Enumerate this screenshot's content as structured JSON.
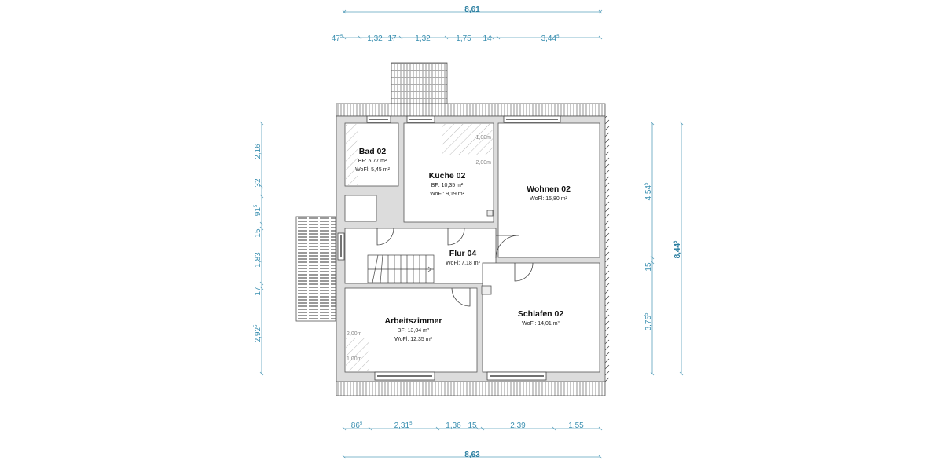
{
  "plan": {
    "colors": {
      "wall": "#dcdcdc",
      "wall_stroke": "#555555",
      "dimension": "#3a8fb0",
      "hatch": "#aaaaaa",
      "roof": "#ffffff"
    },
    "top_dims": {
      "total": "8,61",
      "segments": [
        {
          "v": "47",
          "s": "5"
        },
        {
          "v": "1,32",
          "s": ""
        },
        {
          "v": "17",
          "s": ""
        },
        {
          "v": "1,32",
          "s": ""
        },
        {
          "v": "1,75",
          "s": ""
        },
        {
          "v": "14",
          "s": ""
        },
        {
          "v": "3,44",
          "s": "5"
        }
      ]
    },
    "bottom_dims": {
      "total": "8,63",
      "segments": [
        {
          "v": "86",
          "s": "5"
        },
        {
          "v": "2,31",
          "s": "5"
        },
        {
          "v": "1,36",
          "s": ""
        },
        {
          "v": "15",
          "s": ""
        },
        {
          "v": "2,39",
          "s": ""
        },
        {
          "v": "1,55",
          "s": ""
        }
      ]
    },
    "left_dims": {
      "segments": [
        {
          "v": "2,16",
          "s": ""
        },
        {
          "v": "32",
          "s": ""
        },
        {
          "v": "91",
          "s": "5"
        },
        {
          "v": "15",
          "s": ""
        },
        {
          "v": "1,83",
          "s": ""
        },
        {
          "v": "17",
          "s": ""
        },
        {
          "v": "2,92",
          "s": "5"
        }
      ]
    },
    "right_dims": {
      "total": "8,44",
      "total_sup": "5",
      "segments": [
        {
          "v": "4,54",
          "s": "5"
        },
        {
          "v": "15",
          "s": ""
        },
        {
          "v": "3,75",
          "s": "5"
        }
      ]
    },
    "rooms": [
      {
        "name": "Bad 02",
        "bf": "BF: 5,77 m²",
        "wofl": "WoFl: 5,45 m²"
      },
      {
        "name": "Küche 02",
        "bf": "BF: 10,35 m²",
        "wofl": "WoFl: 9,19 m²"
      },
      {
        "name": "Wohnen 02",
        "wofl": "WoFl: 15,80 m²"
      },
      {
        "name": "Flur 04",
        "wofl": "WoFl: 7,18 m²"
      },
      {
        "name": "Arbeitszimmer",
        "bf": "BF: 13,04 m²",
        "wofl": "WoFl: 12,35 m²"
      },
      {
        "name": "Schlafen 02",
        "wofl": "WoFl: 14,01 m²"
      }
    ],
    "height_marks": {
      "kueche_1": "1,00m",
      "kueche_2": "2,00m",
      "arbeit_1": "2,00m",
      "arbeit_2": "1,00m"
    }
  }
}
